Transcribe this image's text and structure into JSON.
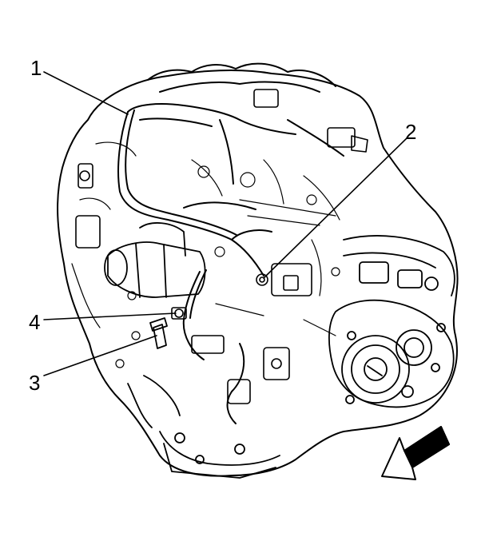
{
  "callouts": [
    {
      "id": "1",
      "label": "1"
    },
    {
      "id": "2",
      "label": "2"
    },
    {
      "id": "3",
      "label": "3"
    },
    {
      "id": "4",
      "label": "4"
    }
  ],
  "direction_arrow": {
    "icon": "front-direction-arrow-icon"
  },
  "colors": {
    "line": "#000000",
    "background": "#ffffff"
  }
}
